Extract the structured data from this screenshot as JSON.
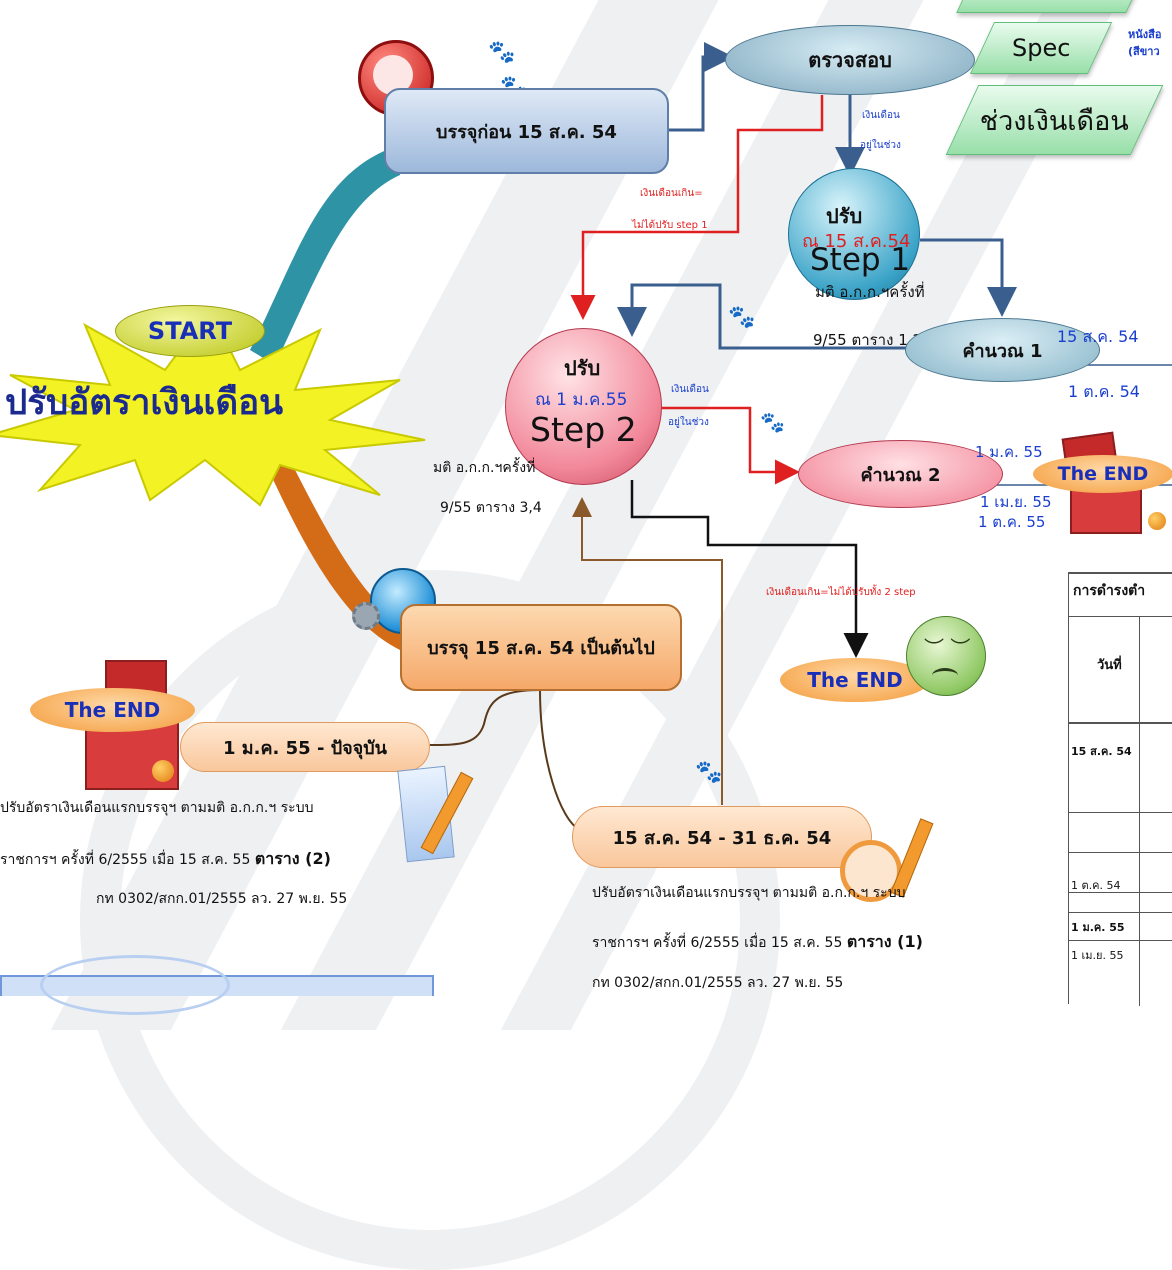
{
  "nodes": {
    "start_label": "START",
    "start_title": "ปรับอัตราเงินเดือน",
    "before_aug": "บรรจุก่อน 15 ส.ค. 54",
    "from_aug": "บรรจุ 15 ส.ค. 54 เป็นต้นไป",
    "check": "ตรวจสอบ",
    "spec": "Spec",
    "salary_range": "ช่วงเงินเดือน",
    "doc_note_1": "หนังสือ",
    "doc_note_2": "(สีขาว",
    "in_range_1a": "เงินเดือน",
    "in_range_1b": "อยู่ในช่วง",
    "over_1a": "เงินเดือนเกิน=",
    "over_1b": "ไม่ได้ปรับ step 1",
    "step1_title": "ปรับ",
    "step1_date": "ณ 15 ส.ค.54",
    "step1_step": "Step 1",
    "step1_note1": "มติ อ.ก.ก.ฯครั้งที่",
    "step1_note2": "9/55 ตาราง 1,2",
    "calc1": "คำนวณ 1",
    "calc1_d1": "15 ส.ค. 54",
    "calc1_d2": "1 ต.ค. 54",
    "step2_title": "ปรับ",
    "step2_date": "ณ 1 ม.ค.55",
    "step2_step": "Step 2",
    "step2_note1": "มติ อ.ก.ก.ฯครั้งที่",
    "step2_note2": "9/55 ตาราง 3,4",
    "in_range_2a": "เงินเดือน",
    "in_range_2b": "อยู่ในช่วง",
    "calc2": "คำนวณ 2",
    "calc2_d1": "1 ม.ค. 55",
    "calc2_d2": "1 เม.ย. 55",
    "calc2_d3": "1 ต.ค. 55",
    "over_2": "เงินเดือนเกิน=ไม่ได้ปรับทั้ง 2 step",
    "the_end": "The END",
    "period_a": "1 ม.ค. 55 - ปัจจุบัน",
    "period_b": "15 ส.ค. 54 - 31 ธ.ค. 54",
    "note_a1": "ปรับอัตราเงินเดือนแรกบรรจุฯ ตามมติ อ.ก.ก.ฯ ระบบ",
    "note_a2_pre": "ราชการฯ ครั้งที่ 6/2555 เมื่อ 15 ส.ค. 55 ",
    "note_a2_bold": "ตาราง (2)",
    "note_a3": "กท 0302/สกก.01/2555 ลว. 27 พ.ย. 55",
    "note_b1": "ปรับอัตราเงินเดือนแรกบรรจุฯ ตามมติ อ.ก.ก.ฯ ระบบ",
    "note_b2_pre": "ราชการฯ ครั้งที่ 6/2555 เมื่อ 15 ส.ค. 55 ",
    "note_b2_bold": "ตาราง (1)",
    "note_b3": "กท 0302/สกก.01/2555 ลว. 27 พ.ย. 55"
  },
  "table": {
    "header": "การดำรงตำ",
    "col_header": "วันที่",
    "rows": [
      "15 ส.ค. 54",
      "1 ต.ค. 54",
      "1 ม.ค. 55",
      "1 เม.ย. 55"
    ]
  },
  "colors": {
    "accent_red": "#e02020",
    "accent_blue": "#1a3fcf",
    "arrow_blue": "#3a5f8f",
    "arrow_brown": "#8a5a2b"
  }
}
